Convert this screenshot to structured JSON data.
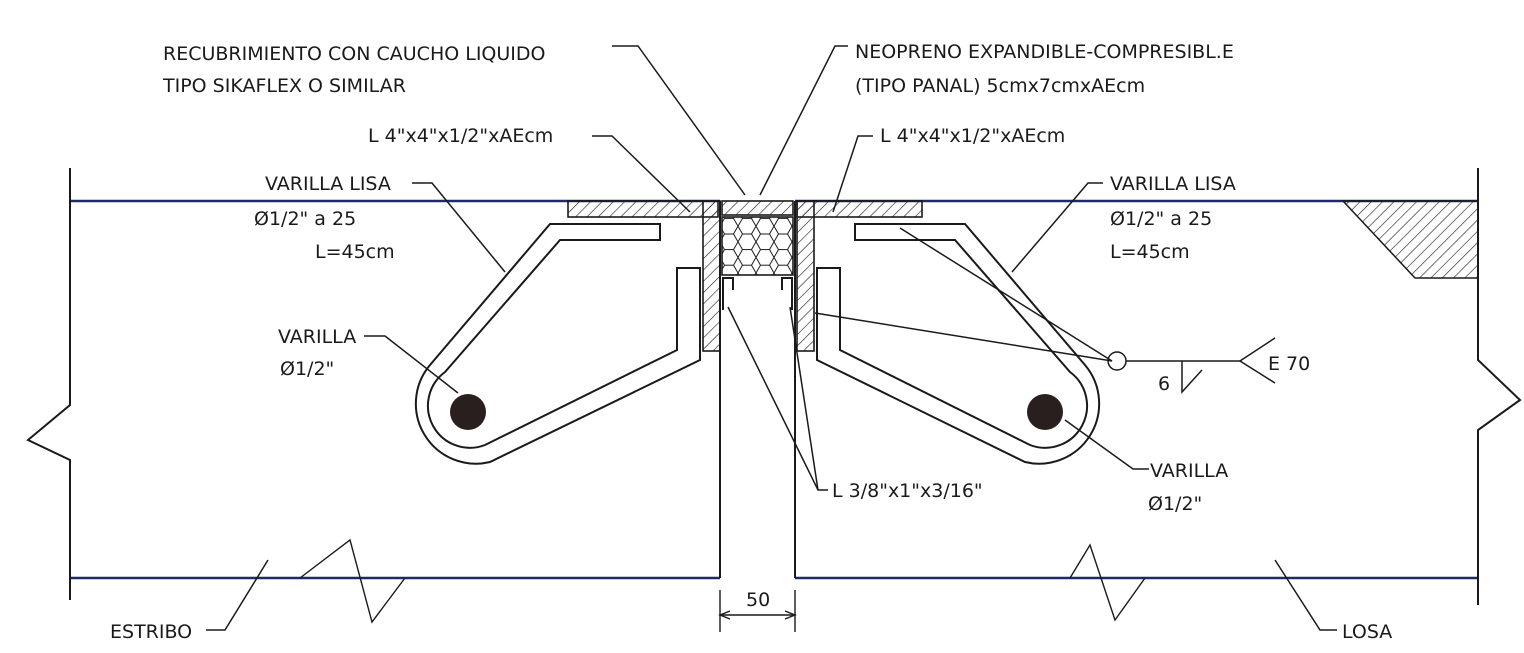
{
  "labels": {
    "recubrimiento_1": "RECUBRIMIENTO CON CAUCHO LIQUIDO",
    "recubrimiento_2": "TIPO SIKAFLEX O SIMILAR",
    "neopreno_1": "NEOPRENO EXPANDIBLE-COMPRESIBL.E",
    "neopreno_2": "(TIPO PANAL) 5cmx7cmxAEcm",
    "angle_left": "L 4\"x4\"x1/2\"xAEcm",
    "angle_right": "L 4\"x4\"x1/2\"xAEcm",
    "varilla_lisa_left_1": "VARILLA LISA",
    "varilla_lisa_left_2": "Ø1/2\" a 25",
    "varilla_lisa_left_3": "L=45cm",
    "varilla_lisa_right_1": "VARILLA LISA",
    "varilla_lisa_right_2": "Ø1/2\" a 25",
    "varilla_lisa_right_3": "L=45cm",
    "varilla_left_1": "VARILLA",
    "varilla_left_2": "Ø1/2\"",
    "varilla_right_1": "VARILLA",
    "varilla_right_2": "Ø1/2\"",
    "small_angle": "L 3/8\"x1\"x3/16\"",
    "weld_electrode": "E 70",
    "weld_size": "6",
    "gap_dimension": "50",
    "estribo": "ESTRIBO",
    "losa": "LOSA"
  },
  "colors": {
    "line": "#1a1a1a",
    "surface_line": "#1f2a66",
    "bar_fill": "#2a1f1f"
  }
}
